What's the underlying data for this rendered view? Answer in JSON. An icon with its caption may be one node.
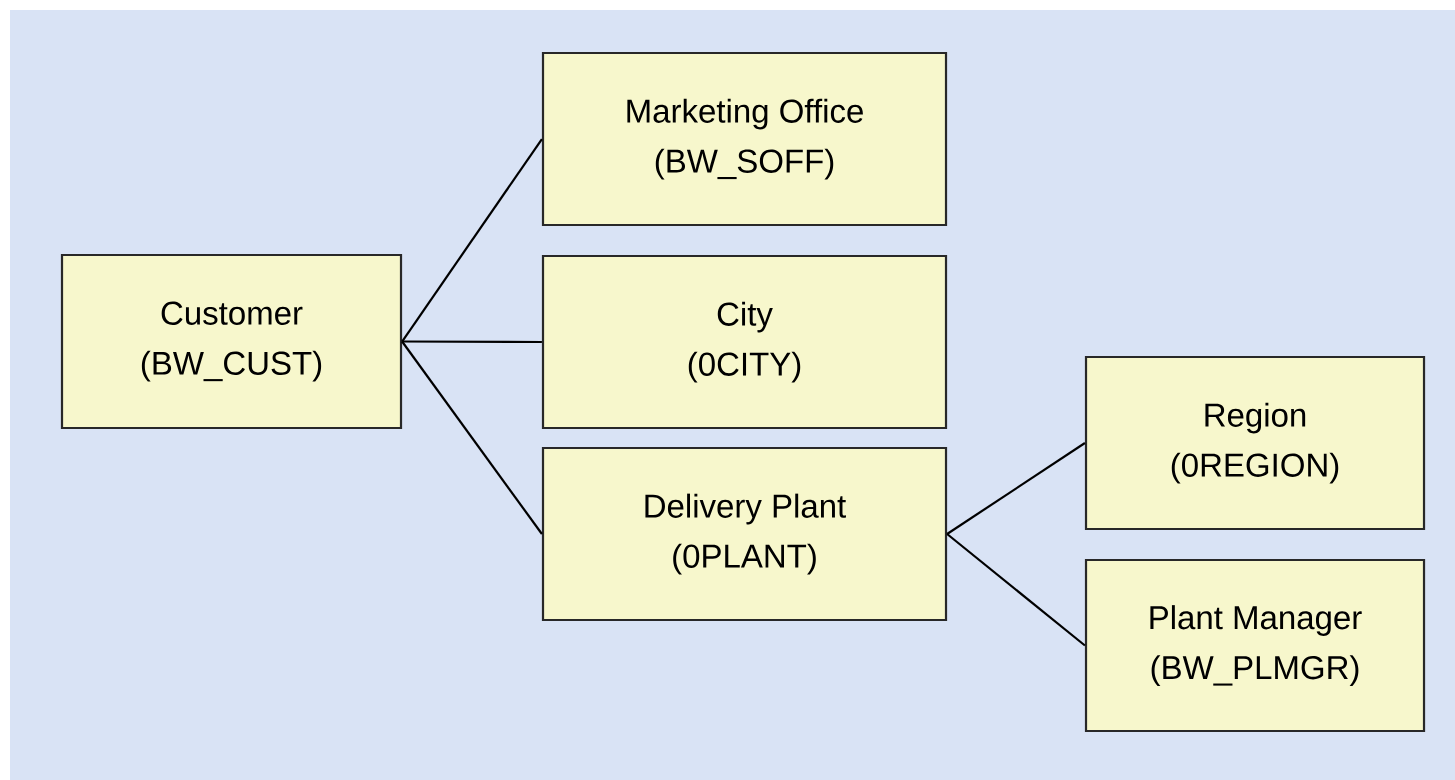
{
  "diagram": {
    "nodes": [
      {
        "text": [
          "Customer",
          "(BW_CUST)"
        ]
      },
      {
        "text": [
          "Marketing Office",
          "(BW_SOFF)"
        ]
      },
      {
        "text": [
          "City",
          "(0CITY)"
        ]
      },
      {
        "text": [
          "Delivery Plant",
          "(0PLANT)"
        ]
      },
      {
        "text": [
          "Region",
          "(0REGION)"
        ]
      },
      {
        "text": [
          "Plant Manager",
          "(BW_PLMGR)"
        ]
      }
    ],
    "edges": [
      {
        "from": 0,
        "to": 1,
        "arrow": "none"
      },
      {
        "from": 0,
        "to": 2,
        "arrow": "none"
      },
      {
        "from": 0,
        "to": 3,
        "arrow": "none"
      },
      {
        "from": 3,
        "to": 4,
        "arrow": "none"
      },
      {
        "from": 3,
        "to": 5,
        "arrow": "none"
      }
    ]
  }
}
